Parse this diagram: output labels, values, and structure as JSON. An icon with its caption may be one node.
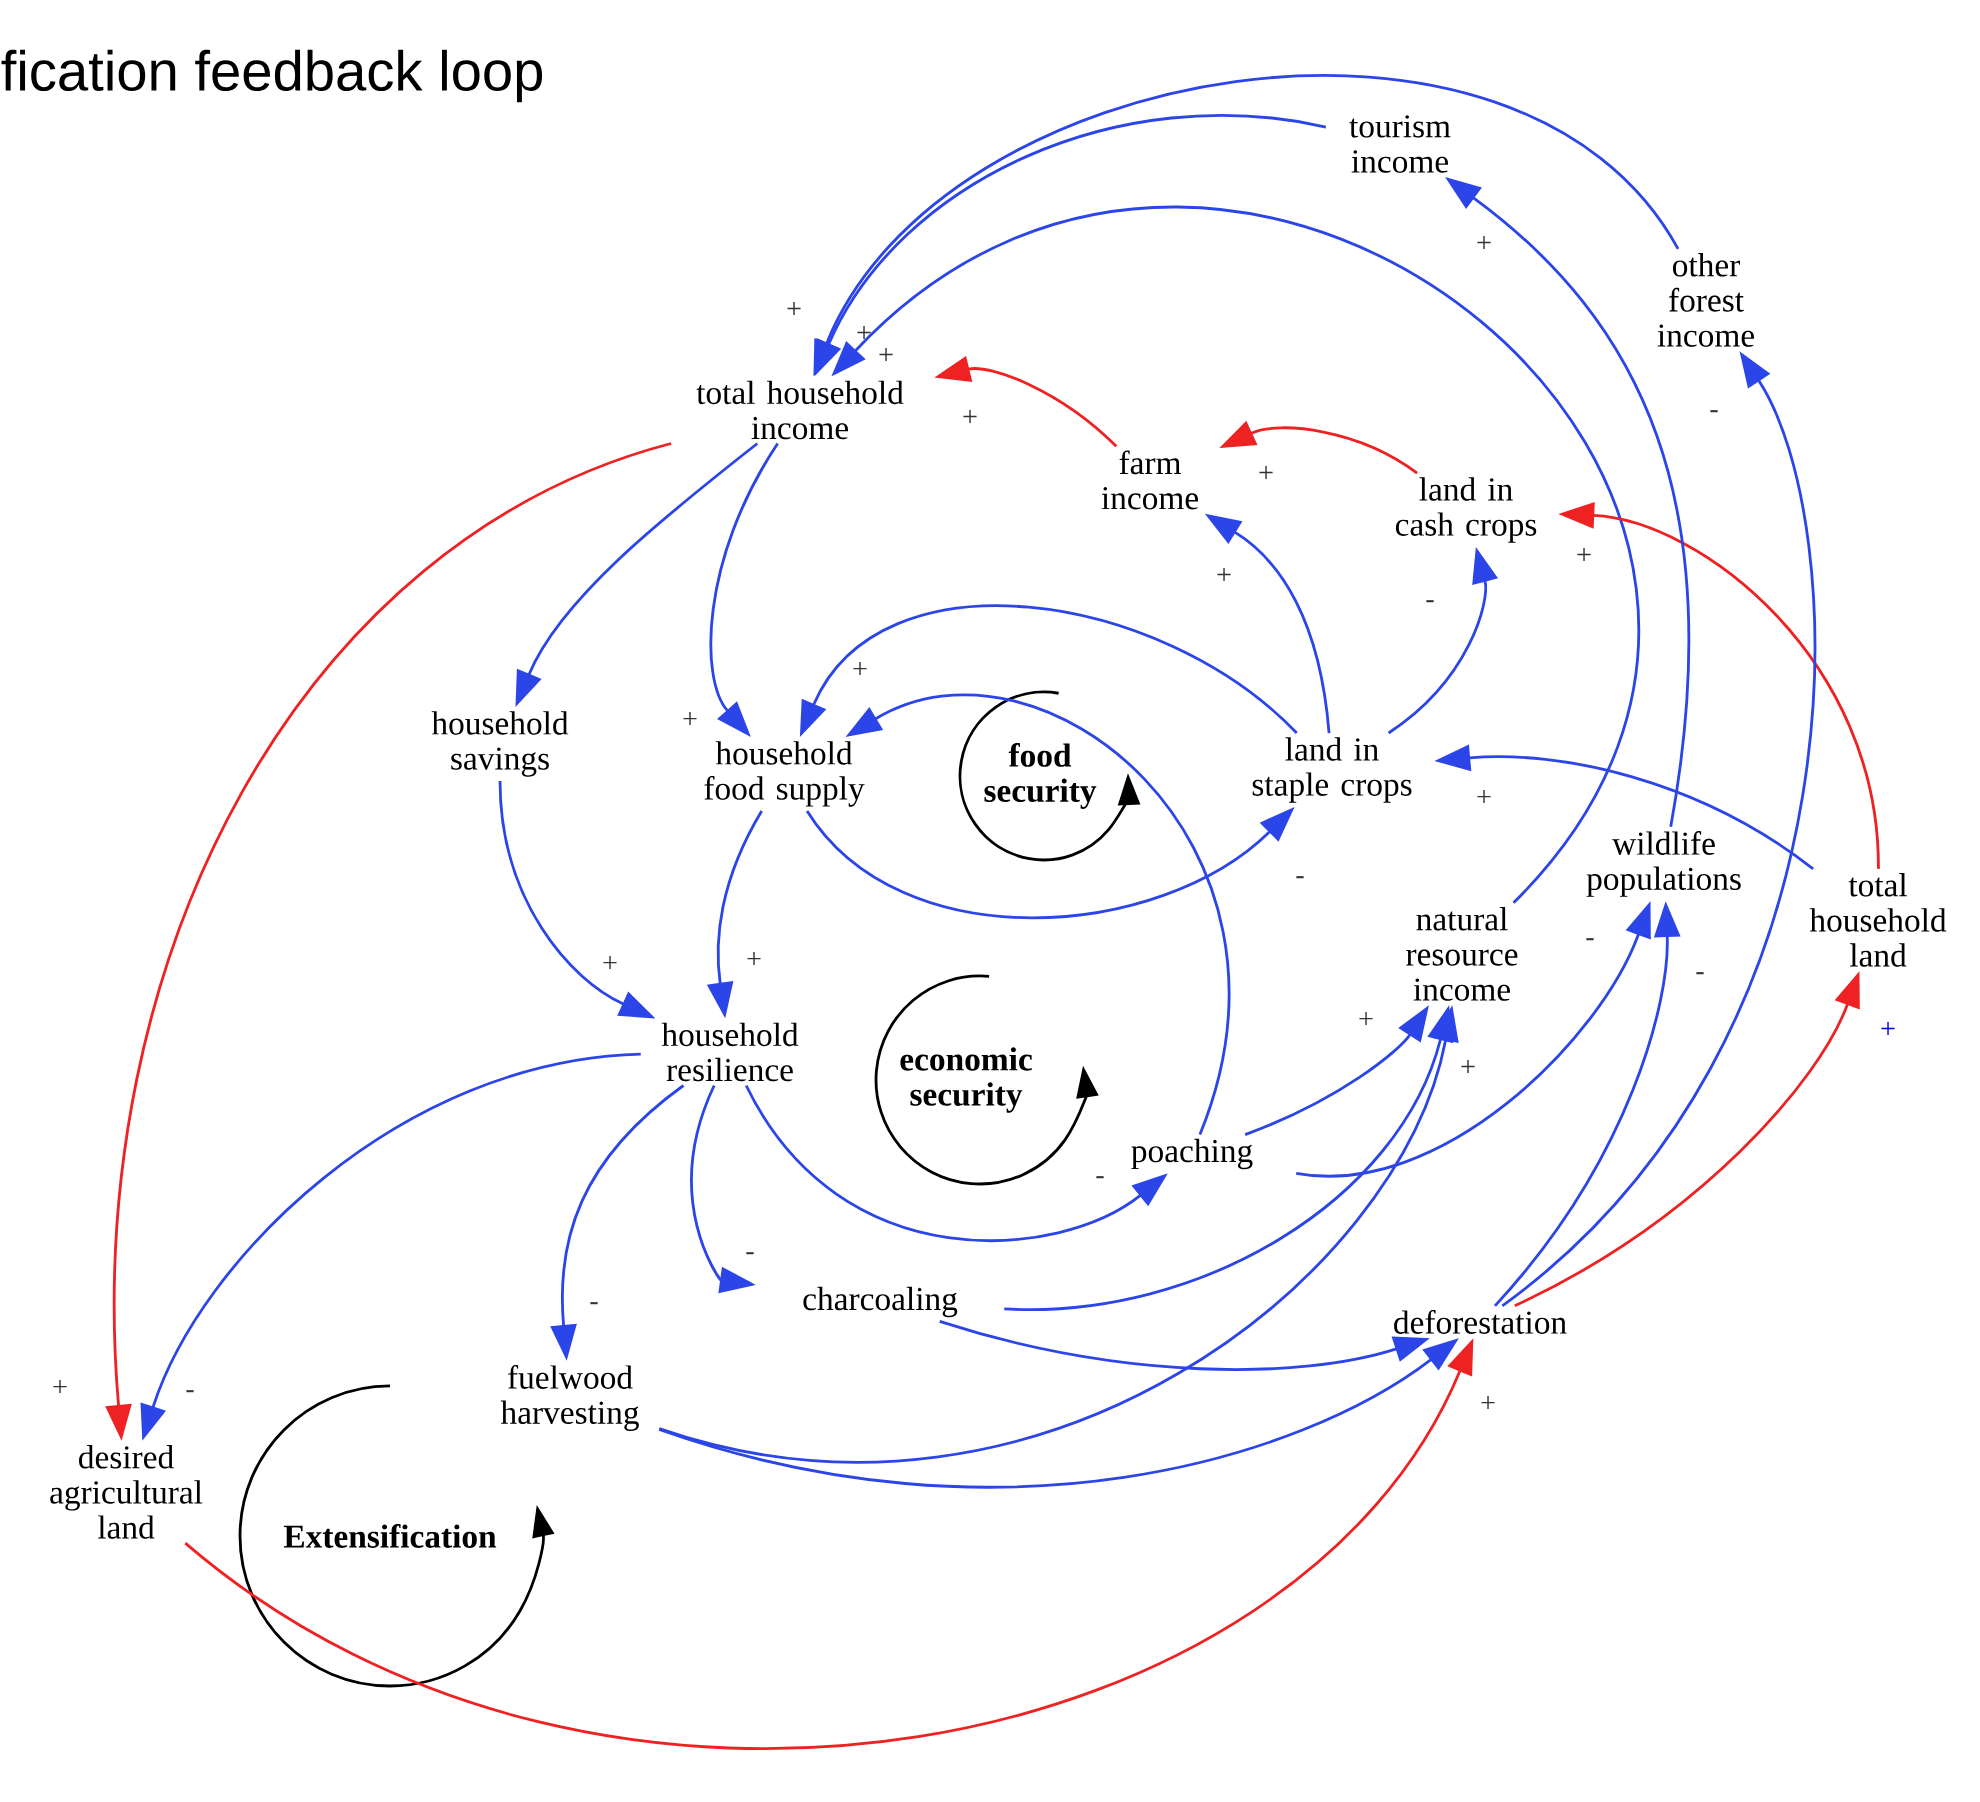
{
  "diagram": {
    "title": "fication feedback loop",
    "nodes": [
      {
        "text": [
          "tourism income"
        ]
      },
      {
        "text": [
          "other forest income"
        ]
      },
      {
        "text": [
          "total household income"
        ]
      },
      {
        "text": [
          "farm income"
        ]
      },
      {
        "text": [
          "land in cash crops"
        ]
      },
      {
        "text": [
          "household savings"
        ]
      },
      {
        "text": [
          "household food supply"
        ]
      },
      {
        "text": [
          "land in staple crops"
        ]
      },
      {
        "text": [
          "wildlife populations"
        ]
      },
      {
        "text": [
          "total household land"
        ]
      },
      {
        "text": [
          "natural resource income"
        ]
      },
      {
        "text": [
          "household resilience"
        ]
      },
      {
        "text": [
          "poaching"
        ]
      },
      {
        "text": [
          "charcoaling"
        ]
      },
      {
        "text": [
          "deforestation"
        ]
      },
      {
        "text": [
          "fuelwood harvesting"
        ]
      },
      {
        "text": [
          "desired agricultural land"
        ]
      },
      {
        "text": [
          "food security"
        ]
      },
      {
        "text": [
          "economic security"
        ]
      },
      {
        "text": [
          "Extensification"
        ]
      }
    ],
    "edges": [
      {
        "from": 0,
        "to": 2,
        "arrow": "to",
        "label": "+"
      },
      {
        "from": 1,
        "to": 2,
        "arrow": "to",
        "label": "+"
      },
      {
        "from": 10,
        "to": 2,
        "arrow": "to",
        "label": "+"
      },
      {
        "from": 3,
        "to": 2,
        "arrow": "to",
        "label": "+",
        "color": "#ee2222"
      },
      {
        "from": 4,
        "to": 3,
        "arrow": "to",
        "label": "+",
        "color": "#ee2222"
      },
      {
        "from": 7,
        "to": 3,
        "arrow": "to",
        "label": "+"
      },
      {
        "from": 7,
        "to": 4,
        "arrow": "to",
        "label": "-"
      },
      {
        "from": 9,
        "to": 4,
        "arrow": "to",
        "label": "+",
        "color": "#ee2222"
      },
      {
        "from": 9,
        "to": 7,
        "arrow": "to",
        "label": "+"
      },
      {
        "from": 8,
        "to": 0,
        "arrow": "to",
        "label": "+"
      },
      {
        "from": 14,
        "to": 1,
        "arrow": "to",
        "label": "-"
      },
      {
        "from": 14,
        "to": 8,
        "arrow": "to",
        "label": "-"
      },
      {
        "from": 12,
        "to": 8,
        "arrow": "to",
        "label": "-"
      },
      {
        "from": 14,
        "to": 9,
        "arrow": "to",
        "label": "+",
        "color": "#ee2222"
      },
      {
        "from": 2,
        "to": 5,
        "arrow": "to"
      },
      {
        "from": 2,
        "to": 6,
        "arrow": "to",
        "label": "+"
      },
      {
        "from": 2,
        "to": 16,
        "arrow": "to",
        "label": "+",
        "color": "#ee2222"
      },
      {
        "from": 7,
        "to": 6,
        "arrow": "to",
        "label": "+"
      },
      {
        "from": 12,
        "to": 6,
        "arrow": "to"
      },
      {
        "from": 6,
        "to": 7,
        "arrow": "to",
        "label": "-"
      },
      {
        "from": 5,
        "to": 11,
        "arrow": "to",
        "label": "+"
      },
      {
        "from": 6,
        "to": 11,
        "arrow": "to",
        "label": "+"
      },
      {
        "from": 11,
        "to": 16,
        "arrow": "to",
        "label": "-"
      },
      {
        "from": 11,
        "to": 15,
        "arrow": "to",
        "label": "-"
      },
      {
        "from": 11,
        "to": 13,
        "arrow": "to",
        "label": "-"
      },
      {
        "from": 11,
        "to": 12,
        "arrow": "to",
        "label": "-"
      },
      {
        "from": 12,
        "to": 10,
        "arrow": "to",
        "label": "+"
      },
      {
        "from": 13,
        "to": 10,
        "arrow": "to"
      },
      {
        "from": 15,
        "to": 10,
        "arrow": "to",
        "label": "+"
      },
      {
        "from": 13,
        "to": 14,
        "arrow": "to"
      },
      {
        "from": 15,
        "to": 14,
        "arrow": "to"
      },
      {
        "from": 16,
        "to": 14,
        "arrow": "to",
        "label": "+",
        "color": "#ee2222"
      }
    ]
  }
}
